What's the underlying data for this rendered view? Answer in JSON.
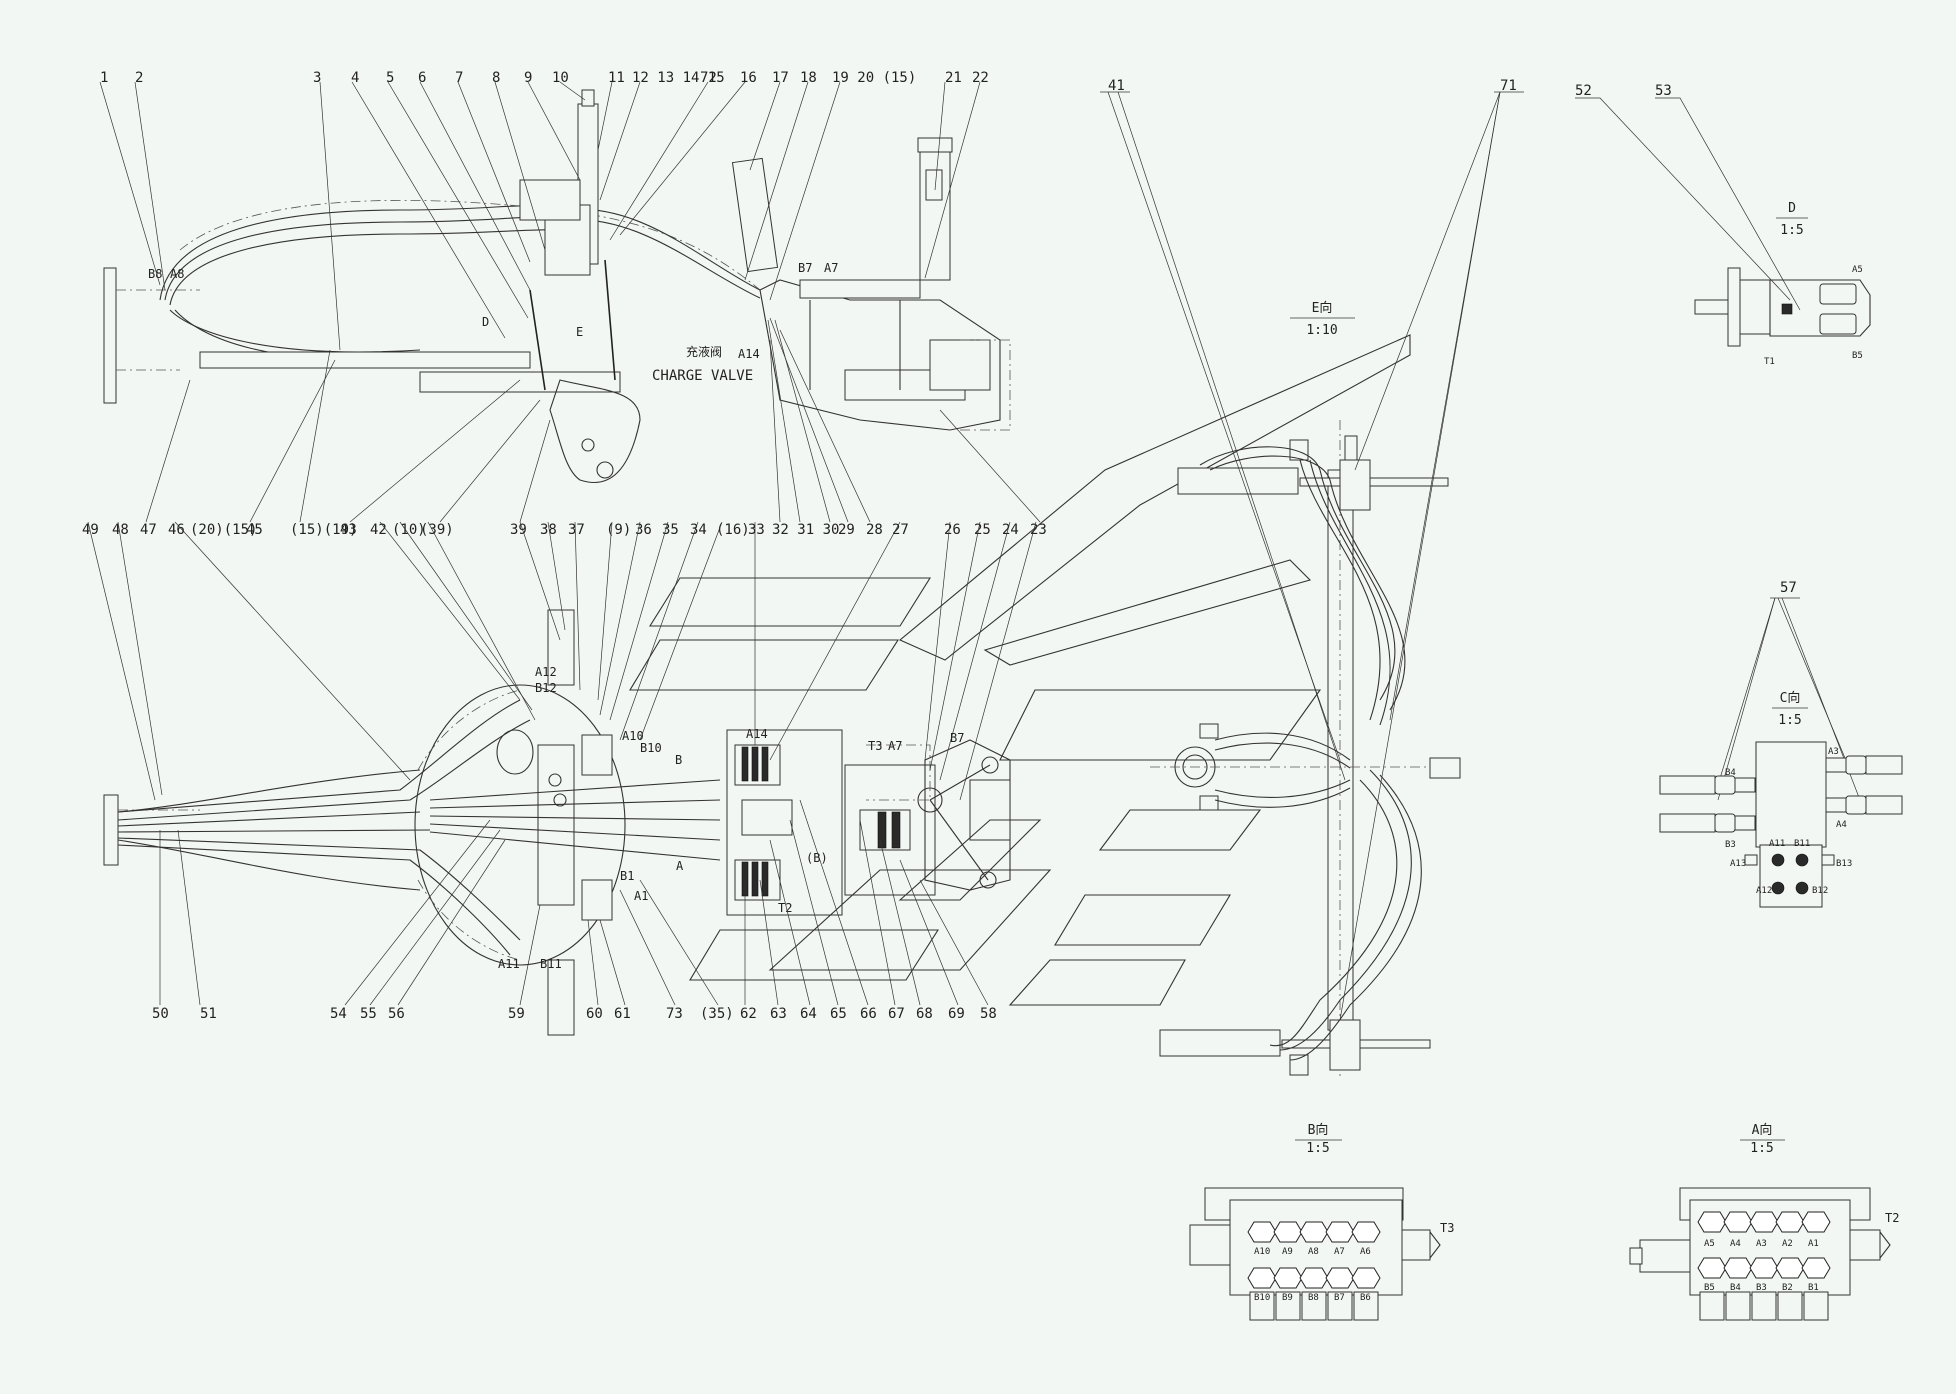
{
  "callouts_top": [
    "1",
    "2",
    "3",
    "4",
    "5",
    "6",
    "7",
    "8",
    "9",
    "10",
    "11",
    "12 13 14 15",
    "72",
    "16",
    "17",
    "18",
    "19 20 (15)",
    "21",
    "22",
    "41",
    "71",
    "52",
    "53"
  ],
  "callouts_mid": [
    "49",
    "48",
    "47",
    "46",
    "(20)(15)",
    "45",
    "(15)(19)",
    "43",
    "42",
    "(10)",
    "(39)",
    "39",
    "38",
    "37",
    "(9)",
    "36",
    "35",
    "34",
    "(16)",
    "33",
    "32 31 30",
    "29",
    "28",
    "27",
    "26",
    "25",
    "24",
    "23"
  ],
  "callouts_bottom": [
    "50",
    "51",
    "54",
    "55",
    "56",
    "59",
    "60",
    "61",
    "73",
    "(35)",
    "62",
    "63",
    "64",
    "65",
    "66",
    "67",
    "68",
    "69",
    "58"
  ],
  "callout_57": "57",
  "top_view_labels": {
    "b8": "B8",
    "a8": "A8",
    "d": "D",
    "e": "E",
    "b7": "B7",
    "a7": "A7",
    "a14": "A14",
    "charge_cn": "充液阀",
    "charge_en": "CHARGE VALVE"
  },
  "plan_view_labels": {
    "a12": "A12",
    "b12": "B12",
    "a10": "A10",
    "b10": "B10",
    "b": "B",
    "a": "A",
    "a14": "A14",
    "t3": "T3",
    "a7": "A7",
    "b7": "B7",
    "t2": "T2",
    "b1": "B1",
    "a1": "A1",
    "a11": "A11",
    "b11": "B11",
    "ib": "(B)"
  },
  "view_e": {
    "title": "E向",
    "scale": "1:10"
  },
  "view_d": {
    "title": "D",
    "scale": "1:5",
    "ports": [
      "A5",
      "B5",
      "T1"
    ]
  },
  "view_c": {
    "title": "C向",
    "scale": "1:5",
    "ports": [
      "B4",
      "A3",
      "B3",
      "A4",
      "A11",
      "B11",
      "A13",
      "B13",
      "A12",
      "B12"
    ]
  },
  "view_b": {
    "title": "B向",
    "scale": "1:5",
    "top_ports": [
      "A10",
      "A9",
      "A8",
      "A7",
      "A6"
    ],
    "bottom_ports": [
      "B10",
      "B9",
      "B8",
      "B7",
      "B6"
    ],
    "tank": "T3"
  },
  "view_a": {
    "title": "A向",
    "scale": "1:5",
    "top_ports": [
      "A5",
      "A4",
      "A3",
      "A2",
      "A1"
    ],
    "bottom_ports": [
      "B5",
      "B4",
      "B3",
      "B2",
      "B1"
    ],
    "tank": "T2"
  }
}
